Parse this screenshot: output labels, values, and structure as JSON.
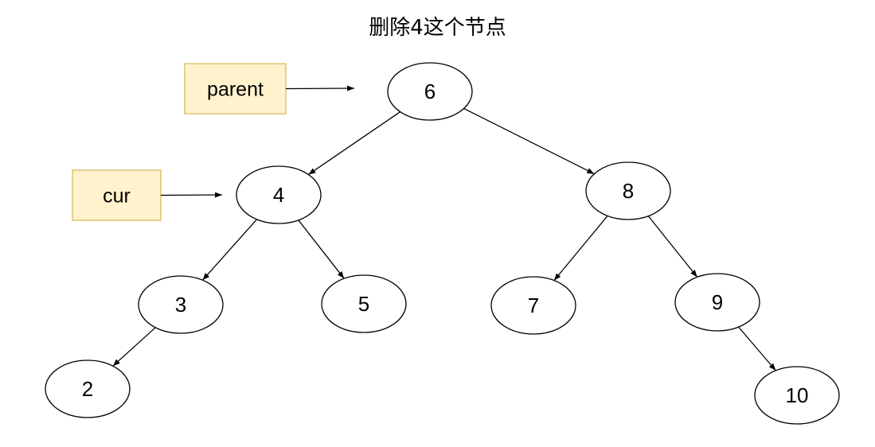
{
  "title": "删除4这个节点",
  "nodes": [
    {
      "id": "n6",
      "label": "6"
    },
    {
      "id": "n4",
      "label": "4"
    },
    {
      "id": "n8",
      "label": "8"
    },
    {
      "id": "n3",
      "label": "3"
    },
    {
      "id": "n5",
      "label": "5"
    },
    {
      "id": "n7",
      "label": "7"
    },
    {
      "id": "n9",
      "label": "9"
    },
    {
      "id": "n2",
      "label": "2"
    },
    {
      "id": "n10",
      "label": "10"
    }
  ],
  "edges": [
    {
      "from": "n6",
      "to": "n4"
    },
    {
      "from": "n6",
      "to": "n8"
    },
    {
      "from": "n4",
      "to": "n3"
    },
    {
      "from": "n4",
      "to": "n5"
    },
    {
      "from": "n8",
      "to": "n7"
    },
    {
      "from": "n8",
      "to": "n9"
    },
    {
      "from": "n3",
      "to": "n2"
    },
    {
      "from": "n9",
      "to": "n10"
    }
  ],
  "pointers": [
    {
      "label": "parent",
      "target": "n6"
    },
    {
      "label": "cur",
      "target": "n4"
    }
  ],
  "colors": {
    "pointer_fill": "#fff2cc",
    "pointer_stroke": "#d6b656",
    "stroke": "#000000"
  }
}
